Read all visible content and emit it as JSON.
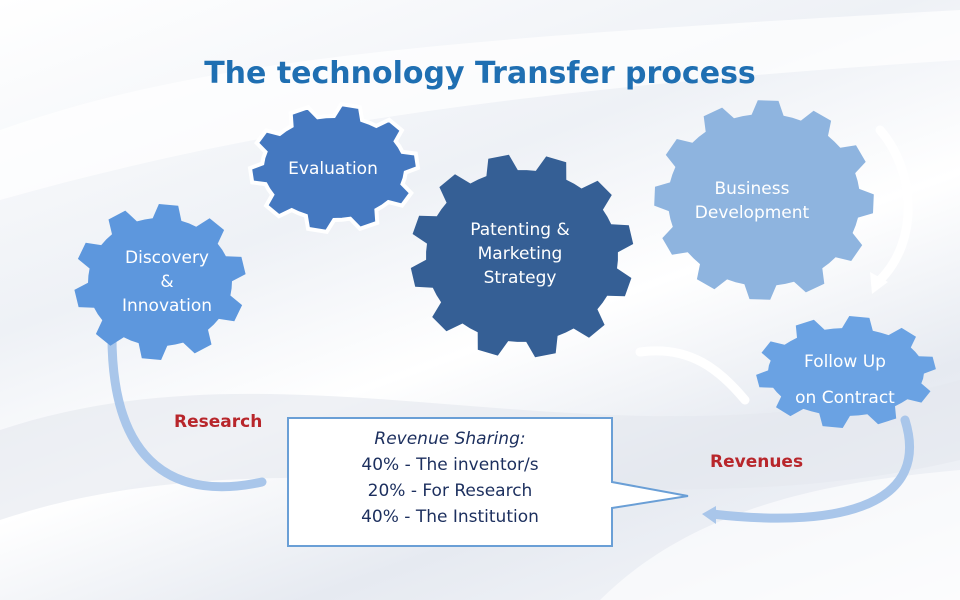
{
  "title": "The technology Transfer process",
  "gears": {
    "discovery": {
      "lines": [
        "Discovery",
        "&",
        "Innovation"
      ],
      "color": "#5d97dd"
    },
    "evaluation": {
      "lines": [
        "Evaluation"
      ],
      "color": "#4478c0"
    },
    "patenting": {
      "lines": [
        "Patenting &",
        "Marketing",
        "Strategy"
      ],
      "color": "#355f95"
    },
    "business": {
      "lines": [
        "Business",
        "Development"
      ],
      "color": "#8eb4df"
    },
    "followup": {
      "lines": [
        "Follow Up",
        "on Contract"
      ],
      "color": "#6aa2e3"
    }
  },
  "labels": {
    "research": "Research",
    "revenues": "Revenues"
  },
  "callout": {
    "heading": "Revenue Sharing:",
    "lines": [
      "40% - The inventor/s",
      "20% - For Research",
      "40% - The Institution"
    ]
  },
  "colors": {
    "title": "#1f6fb2",
    "accent_red": "#b8262b",
    "callout_border": "#6a9fd6"
  }
}
